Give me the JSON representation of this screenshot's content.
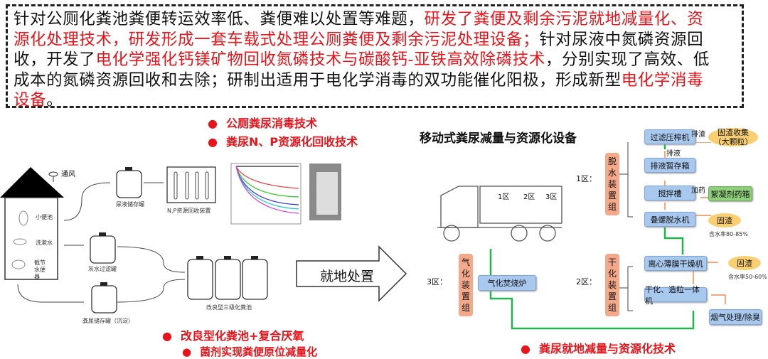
{
  "intro": {
    "l1a": "针对公厕化粪池粪便转运效率低、粪便难以处置等难题，",
    "l1b": "研发了粪便及剩余污泥就地减量化、资",
    "l2a": "源化处理技术，研发形成一套车载式处理公厕粪便及剩余污泥处理设备；",
    "l2b": "针对尿液中氮磷资源回",
    "l3a": "收，开发了",
    "l3b": "电化学强化钙镁矿物回收氮磷技术与碳酸钙-亚铁高效除磷技术",
    "l3c": "，分别实现了高效、低",
    "l4a": "成本的氮磷资源回收和去除；研制出适用于电化学消毒的双功能催化阳极，形成新型",
    "l4b": "电化学消毒",
    "l5a": "设备",
    "l5b": "。"
  },
  "left": {
    "bullet1": "公厕粪尿消毒技术",
    "bullet2": "粪尿N、P资源化回收技术",
    "vent": "通风",
    "fixtures": [
      "小便池",
      "洗漱水",
      "截节水便器"
    ],
    "urine_tank": "尿液储存罐",
    "np_device": "N,P资源回收装置",
    "grey_tank": "灰水过滤罐",
    "feces_tank": "粪尿储存罐（沉淀）",
    "septic": "改良型三级化粪池",
    "bullet3a": "改良型化粪池+复合厌氧",
    "bullet3b": "菌剂实现粪便原位减量化"
  },
  "arrow_label": "就地处置",
  "right": {
    "title": "移动式粪尿减量与资源化设备",
    "truck_zones": [
      "1区",
      "2区",
      "3区"
    ],
    "zone1": "1区：",
    "zone2": "2区：",
    "zone3": "3区：",
    "group1": "脱水装置组",
    "group2": "干化装置组",
    "group3": "气化装置组",
    "boxes": [
      "过滤压榨机",
      "排液暂存箱",
      "搅拌槽",
      "叠螺脱水机",
      "离心薄膜干燥机",
      "干化、造粒一体机",
      "气化焚烧炉"
    ],
    "side": {
      "slag": "排渣",
      "drain": "排液",
      "dose": "加药",
      "coag": "絮凝剂药箱",
      "solid_big_1": "固渣收集",
      "solid_big_2": "（大颗粒）",
      "solid": "固渣",
      "moist1": "含水率80-85%",
      "moist2": "含水率50-60%",
      "gas": "烟气处理/除臭"
    },
    "bullet": "粪尿就地减量与资源化技术"
  },
  "colors": {
    "red": "#e8141a",
    "box": "#a8c8ee",
    "ellipse": "#f9cf72",
    "group": "#f4a98a",
    "green": "#22b34a",
    "orange": "#f08a4b",
    "coag": "#8fce7a"
  }
}
